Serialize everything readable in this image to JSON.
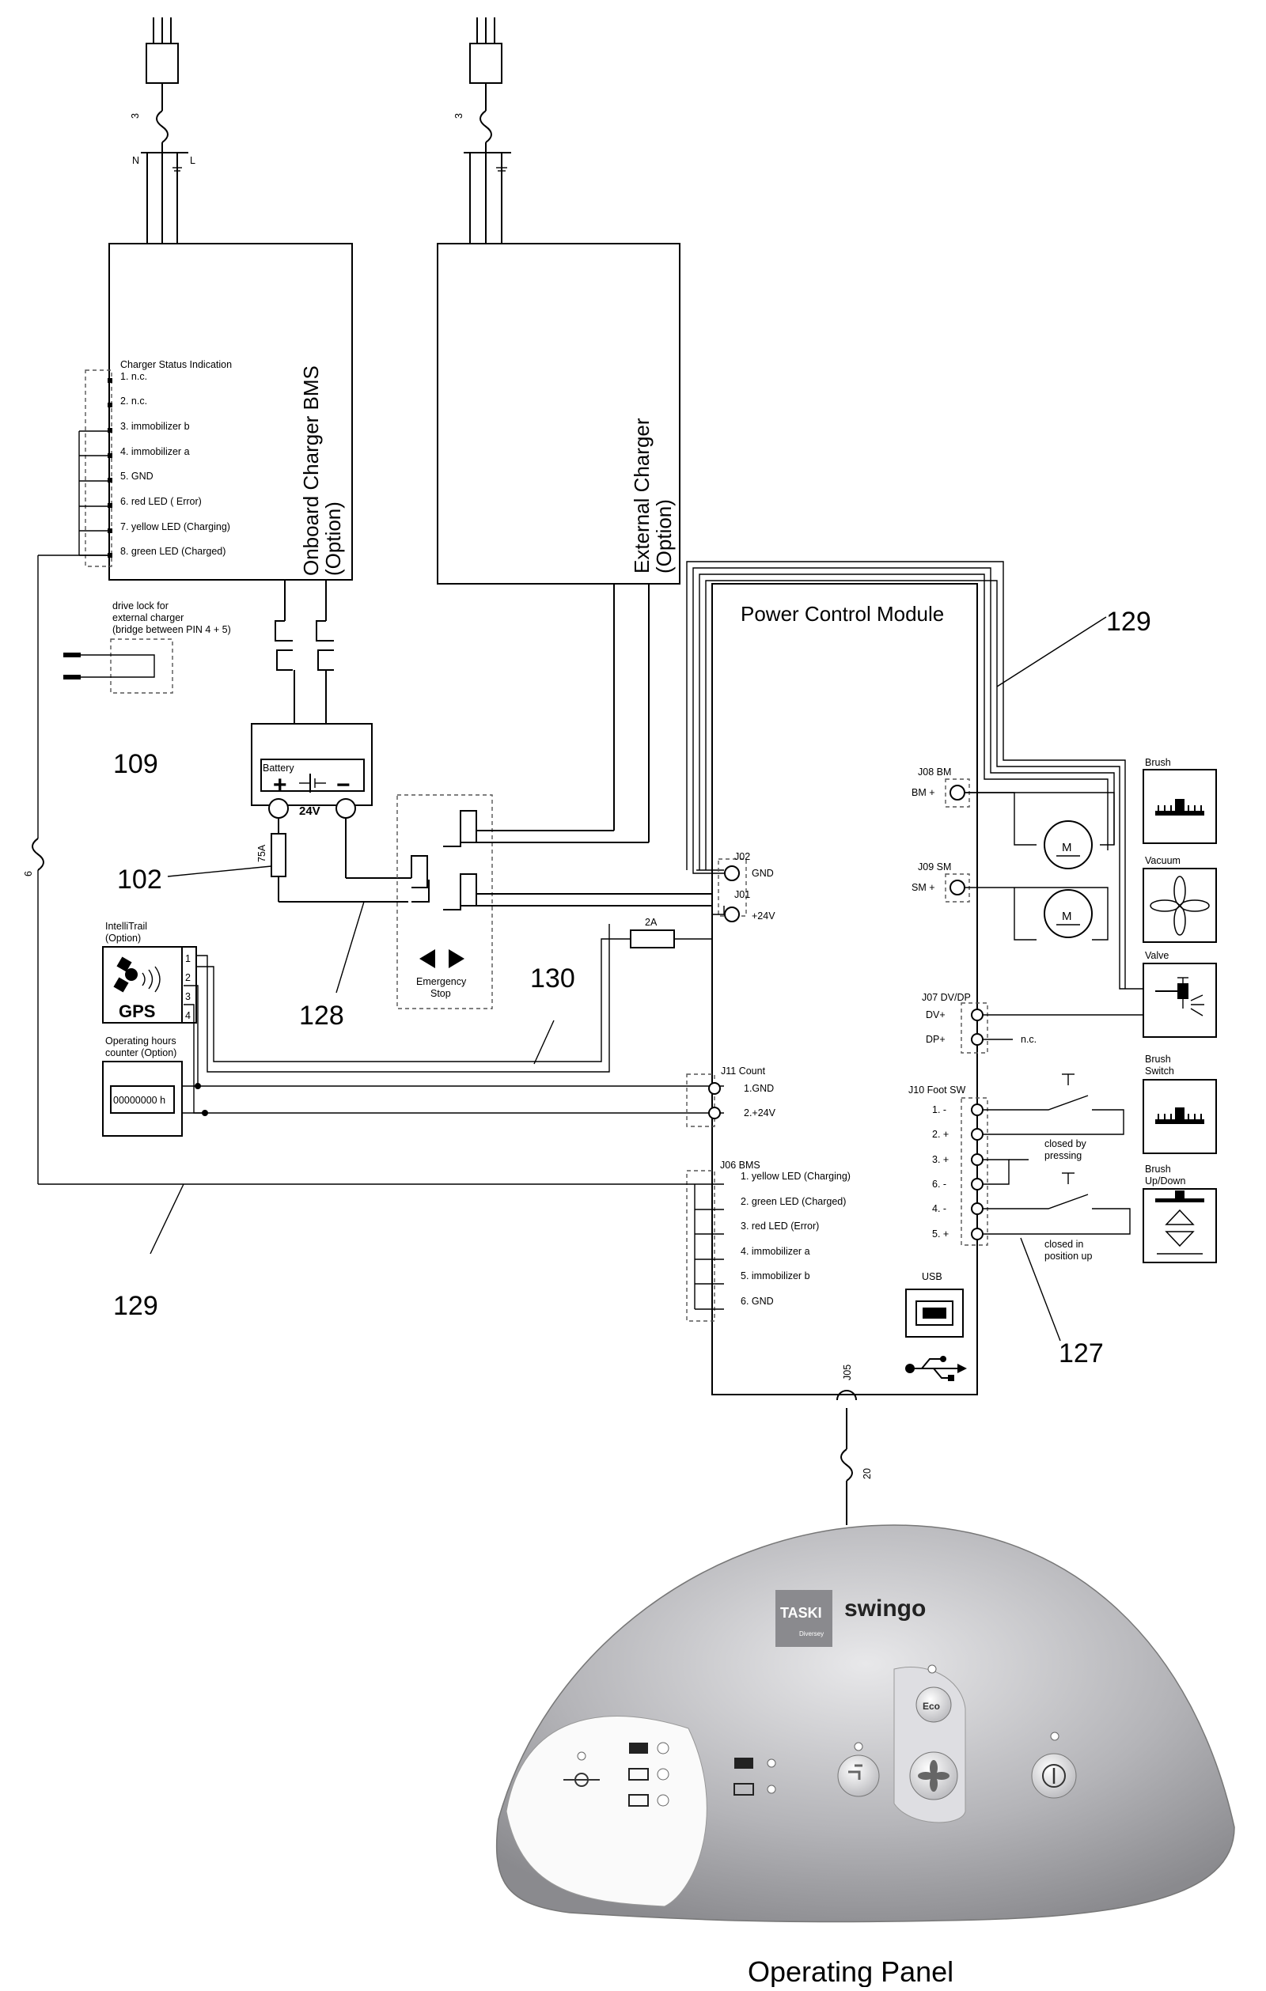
{
  "diagram": {
    "onboard_charger": {
      "title": "Onboard Charger BMS",
      "subtitle": "(Option)"
    },
    "external_charger": {
      "title": "External Charger",
      "subtitle": "(Option)"
    },
    "mains_left": {
      "n": "N",
      "l": "L",
      "count": "3"
    },
    "mains_right": {
      "count": "3"
    },
    "charger_status": {
      "title": "Charger Status Indication",
      "pins": [
        "1. n.c.",
        "2. n.c.",
        "3. immobilizer b",
        "4. immobilizer a",
        "5. GND",
        "6. red LED ( Error)",
        "7. yellow LED (Charging)",
        "8. green LED (Charged)"
      ]
    },
    "drive_lock": {
      "lines": [
        "drive lock for",
        "external charger",
        "(bridge between PIN 4 + 5)"
      ]
    },
    "battery": {
      "title": "Battery",
      "plus": "+",
      "minus": "−",
      "voltage": "24V"
    },
    "fuse_75": "75A",
    "fuse_2": "2A",
    "emergency": {
      "lines": [
        "Emergency",
        "Stop"
      ]
    },
    "pcm": {
      "title": "Power Control Module"
    },
    "intellitrail": {
      "lines": [
        "IntelliTrail",
        "(Option)"
      ],
      "gps": "GPS",
      "pins": [
        "1",
        "2",
        "3",
        "4"
      ]
    },
    "hours": {
      "lines": [
        "Operating hours",
        "counter (Option)"
      ],
      "display": "00000000 h"
    },
    "wire_6": "6",
    "wire_20": "20",
    "refs": {
      "r129a": "129",
      "r109": "109",
      "r102": "102",
      "r128": "128",
      "r130": "130",
      "r129b": "129",
      "r127": "127"
    },
    "connectors": {
      "j08": {
        "title": "J08 BM",
        "pin": "BM +"
      },
      "j09": {
        "title": "J09 SM",
        "pin": "SM +"
      },
      "j02": {
        "title": "J02",
        "pin": "GND"
      },
      "j01": {
        "title": "J01",
        "pin": "+24V"
      },
      "j07": {
        "title": "J07 DV/DP",
        "pins": [
          "DV+",
          "DP+"
        ],
        "nc": "n.c."
      },
      "j11": {
        "title": "J11 Count",
        "pins": [
          "1.GND",
          "2.+24V"
        ]
      },
      "j10": {
        "title": "J10 Foot SW",
        "pins": [
          "1. -",
          "2. +",
          "3. +",
          "6. -",
          "4. -",
          "5. +"
        ]
      },
      "j06": {
        "title": "J06 BMS",
        "pins": [
          "1. yellow LED (Charging)",
          "2. green LED (Charged)",
          "3. red LED (Error)",
          "4. immobilizer a",
          "5. immobilizer b",
          "6. GND"
        ]
      },
      "j05": "J05",
      "usb": "USB"
    },
    "switch_notes": {
      "pressing": [
        "closed by",
        "pressing"
      ],
      "up": [
        "closed in",
        "position up"
      ]
    },
    "components": {
      "brush": "Brush",
      "vacuum": "Vacuum",
      "valve": "Valve",
      "brush_switch": [
        "Brush",
        "Switch"
      ],
      "brush_updown": [
        "Brush",
        "Up/Down"
      ],
      "motor": "M"
    },
    "operating_panel": {
      "brand": "TASKI",
      "sub": "Diversey",
      "model": "swingo",
      "eco": "Eco",
      "caption": "Operating Panel"
    }
  }
}
